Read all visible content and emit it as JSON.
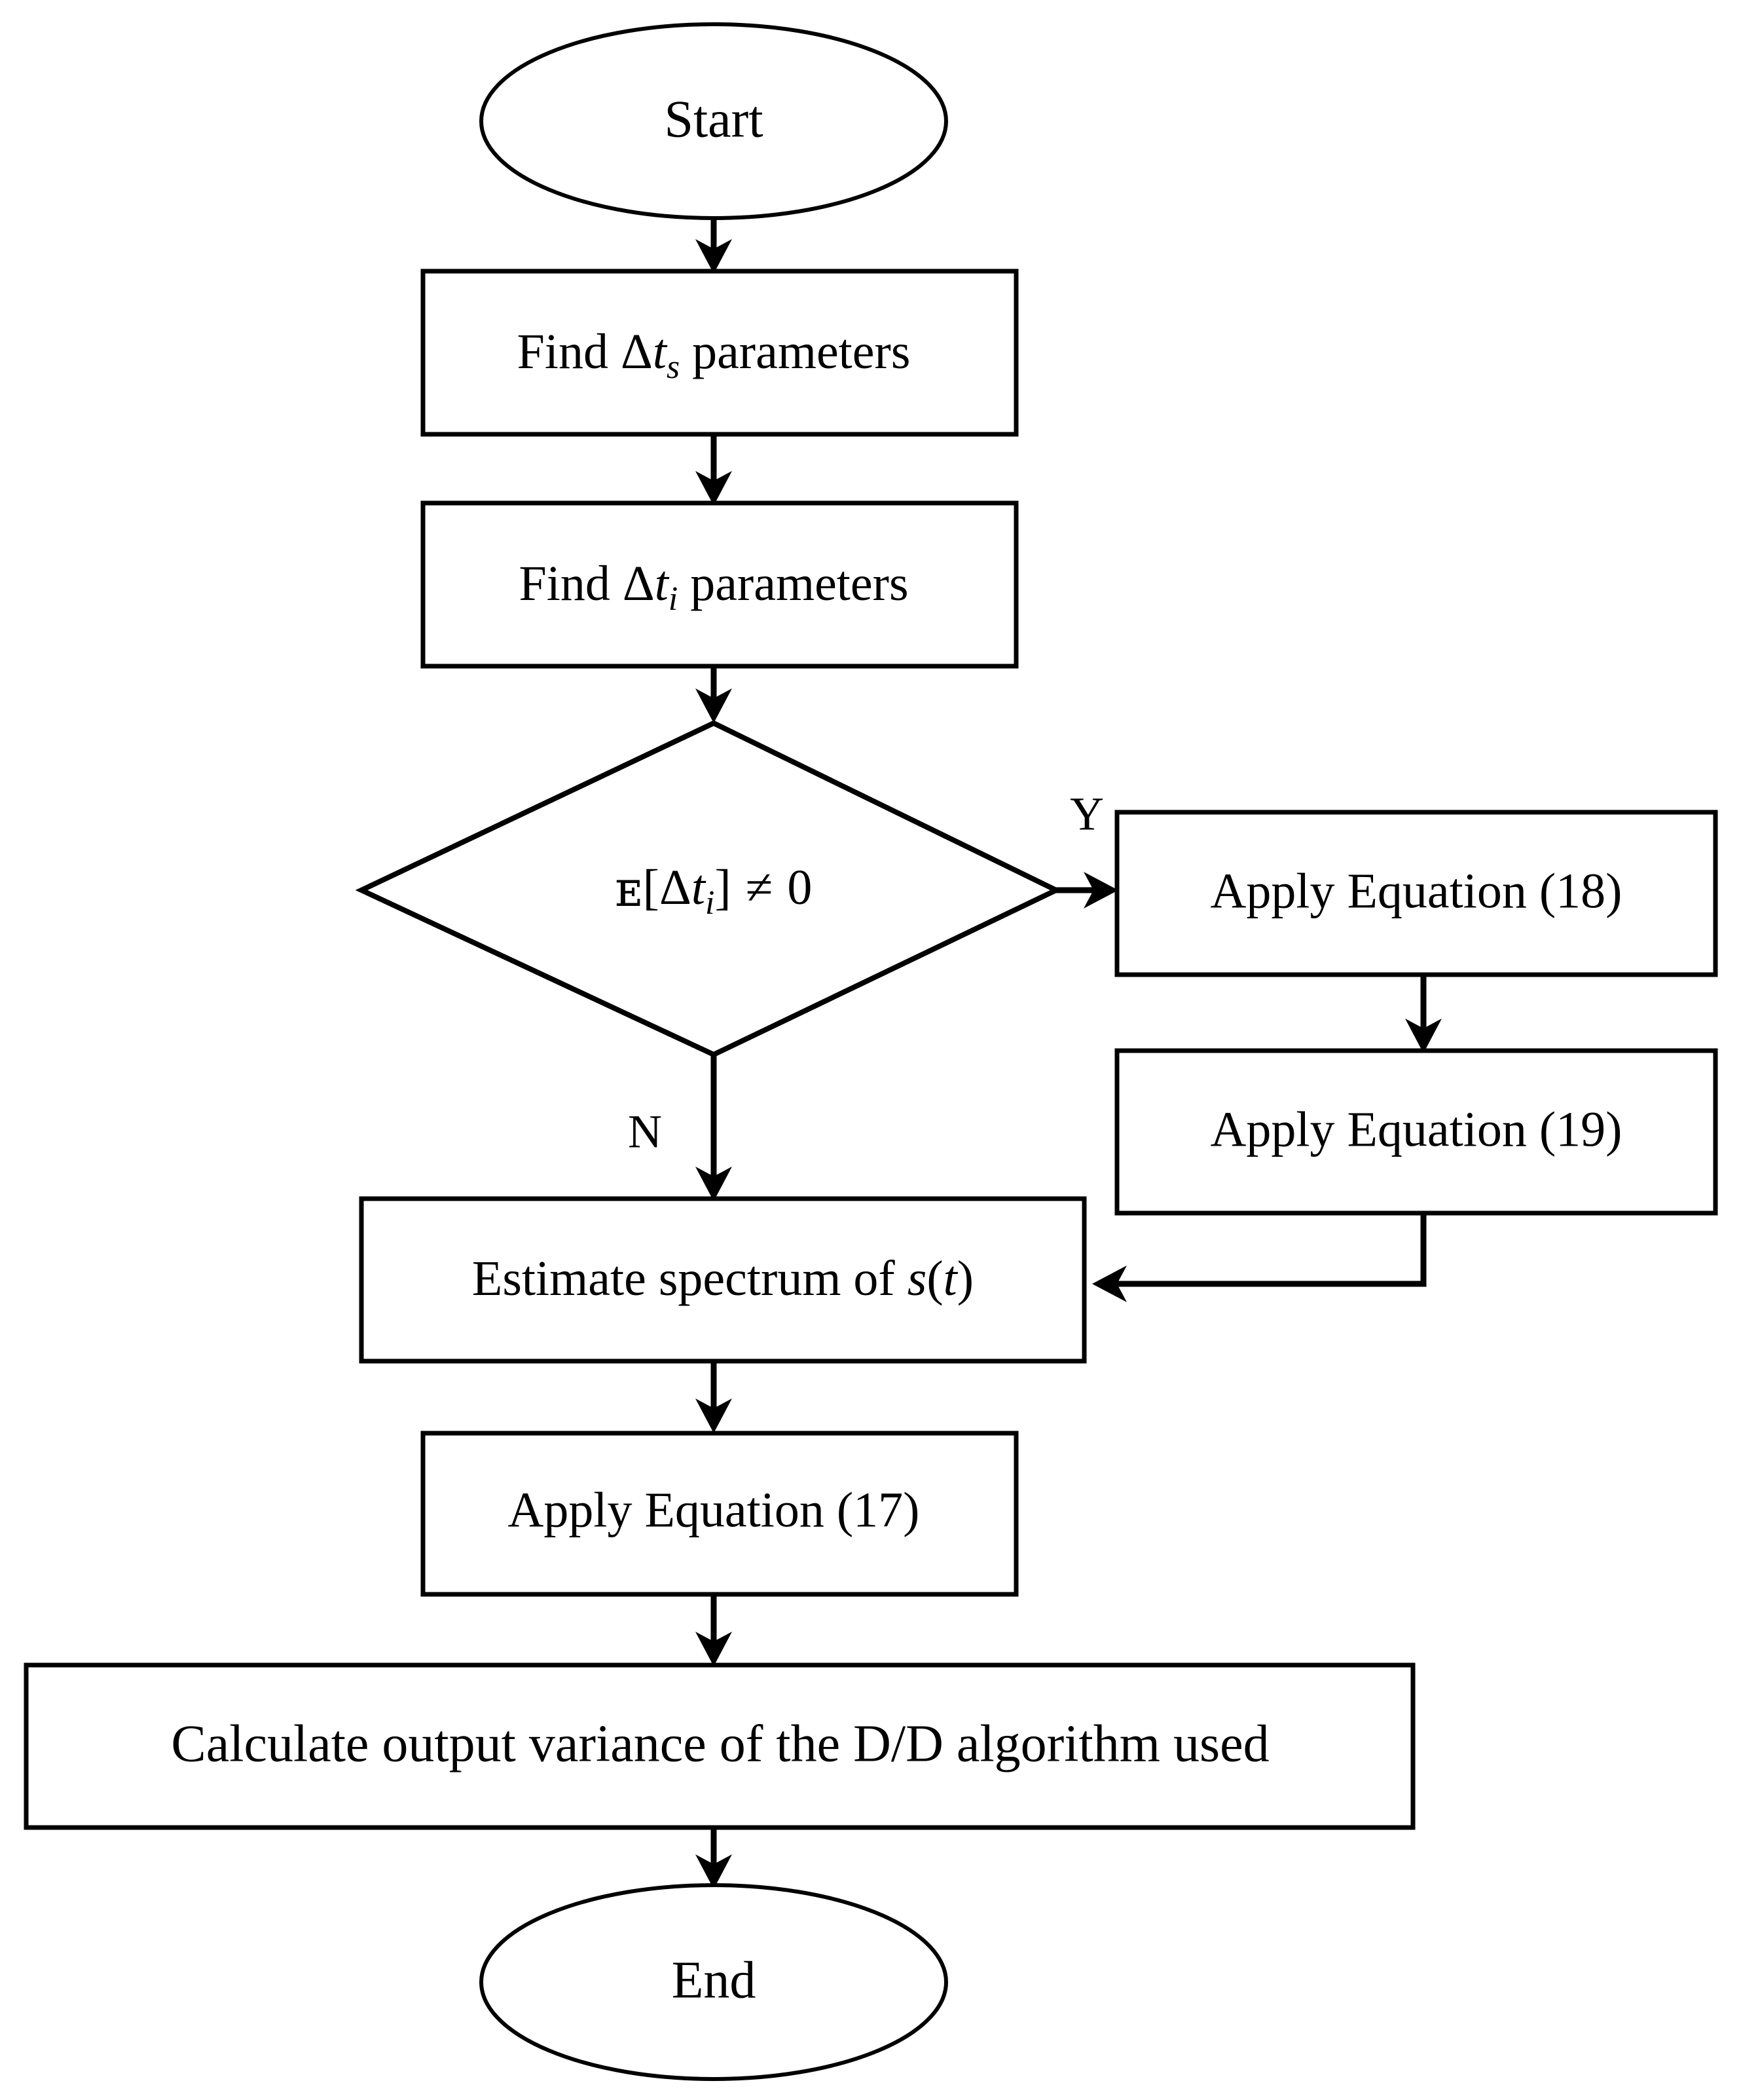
{
  "diagram": {
    "type": "flowchart",
    "orientation": "top-to-bottom",
    "background_color": "#ffffff",
    "line_color": "#000000",
    "nodes": {
      "start": {
        "shape": "ellipse",
        "label": "Start"
      },
      "find_ts": {
        "shape": "rectangle",
        "label_prefix": "Find ",
        "symbol_delta": "Δ",
        "symbol_var": "t",
        "symbol_sub": "s",
        "label_suffix": " parameters",
        "label_plain": "Find Δtₛ parameters"
      },
      "find_ti": {
        "shape": "rectangle",
        "label_prefix": "Find ",
        "symbol_delta": "Δ",
        "symbol_var": "t",
        "symbol_sub": "i",
        "label_suffix": " parameters",
        "label_plain": "Find Δtᵢ parameters"
      },
      "decision": {
        "shape": "diamond",
        "expectation": "ᴇ",
        "bracket_open": "[",
        "symbol_delta": "Δ",
        "symbol_var": "t",
        "symbol_sub": "i",
        "bracket_close": "]",
        "relation": "≠",
        "value": "0",
        "label_plain": "ᴇ[Δtᵢ] ≠ 0"
      },
      "eq18": {
        "shape": "rectangle",
        "label": "Apply Equation (18)"
      },
      "eq19": {
        "shape": "rectangle",
        "label": "Apply Equation (19)"
      },
      "estimate_spectrum": {
        "shape": "rectangle",
        "label_prefix": "Estimate spectrum of ",
        "symbol_signal": "s",
        "paren_open": "(",
        "symbol_time": "t",
        "paren_close": ")",
        "label_plain": "Estimate spectrum of s(t)"
      },
      "eq17": {
        "shape": "rectangle",
        "label": "Apply Equation (17)"
      },
      "calculate_variance": {
        "shape": "rectangle",
        "label": "Calculate output variance of the D/D algorithm used"
      },
      "end": {
        "shape": "ellipse",
        "label": "End"
      }
    },
    "edge_labels": {
      "yes": "Y",
      "no": "N"
    },
    "edges": [
      {
        "from": "start",
        "to": "find_ts",
        "label": ""
      },
      {
        "from": "find_ts",
        "to": "find_ti",
        "label": ""
      },
      {
        "from": "find_ti",
        "to": "decision",
        "label": ""
      },
      {
        "from": "decision",
        "to": "eq18",
        "label": "Y"
      },
      {
        "from": "decision",
        "to": "estimate_spectrum",
        "label": "N"
      },
      {
        "from": "eq18",
        "to": "eq19",
        "label": ""
      },
      {
        "from": "eq19",
        "to": "estimate_spectrum",
        "label": ""
      },
      {
        "from": "estimate_spectrum",
        "to": "eq17",
        "label": ""
      },
      {
        "from": "eq17",
        "to": "calculate_variance",
        "label": ""
      },
      {
        "from": "calculate_variance",
        "to": "end",
        "label": ""
      }
    ]
  }
}
